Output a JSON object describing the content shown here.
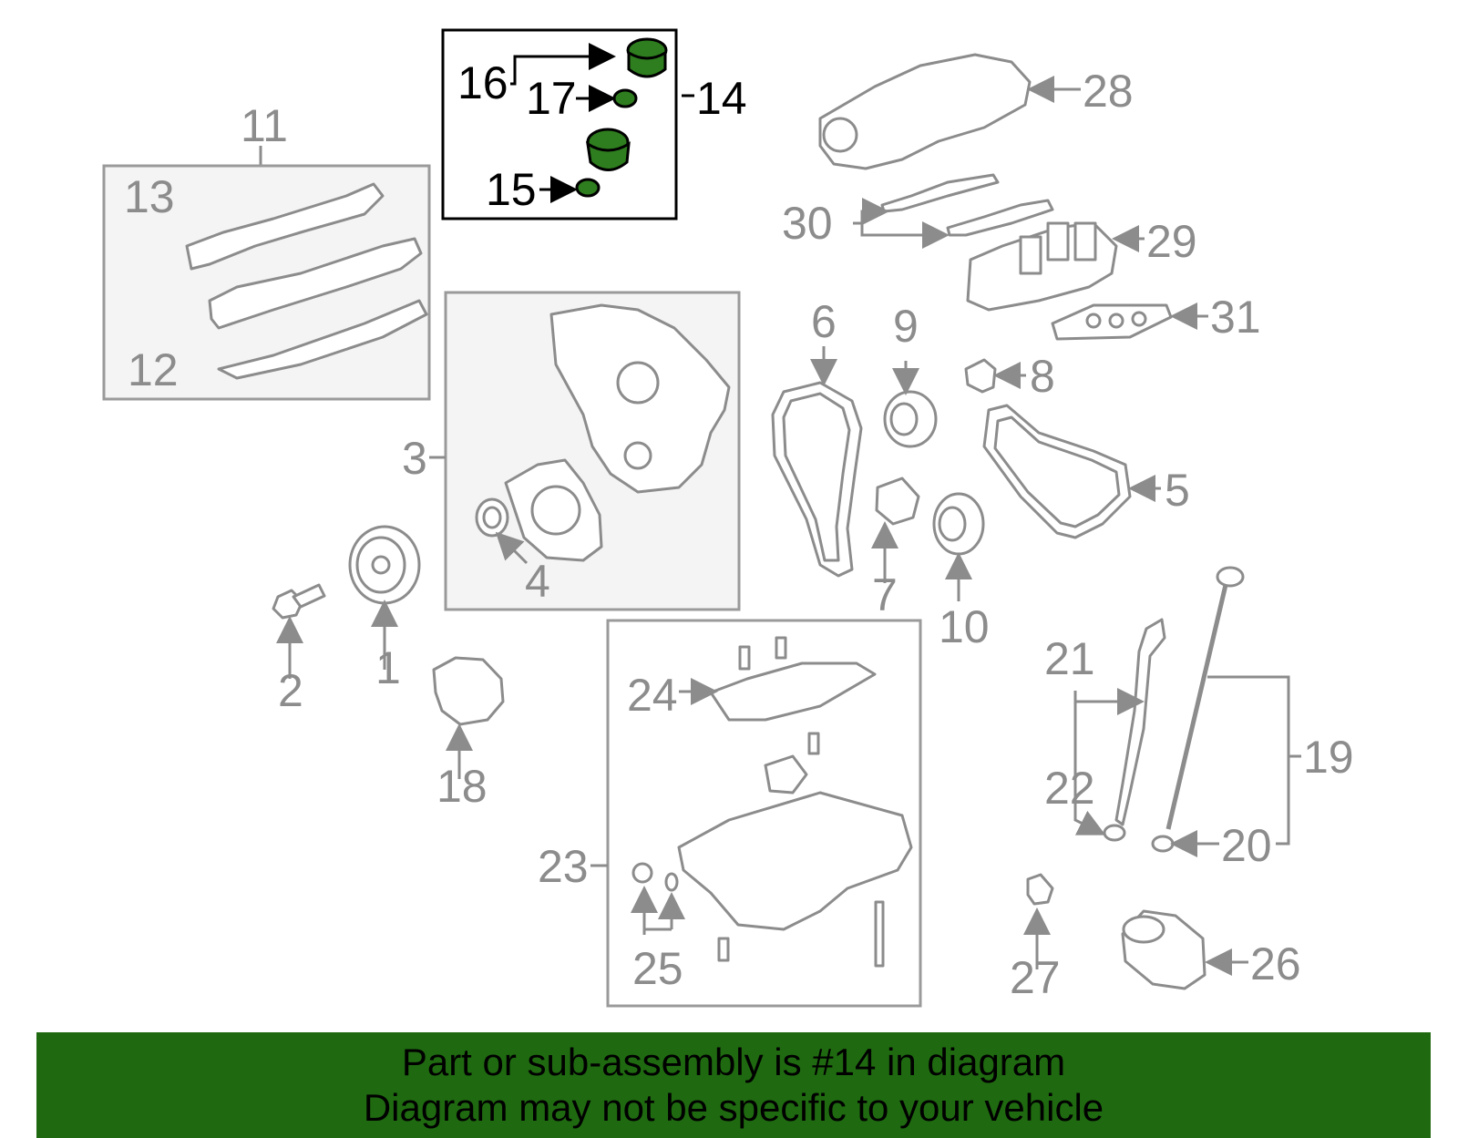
{
  "diagram": {
    "callouts": {
      "c1": "1",
      "c2": "2",
      "c3": "3",
      "c4": "4",
      "c5": "5",
      "c6": "6",
      "c7": "7",
      "c8": "8",
      "c9": "9",
      "c10": "10",
      "c11": "11",
      "c12": "12",
      "c13": "13",
      "c14": "14",
      "c15": "15",
      "c16": "16",
      "c17": "17",
      "c18": "18",
      "c19": "19",
      "c20": "20",
      "c21": "21",
      "c22": "22",
      "c23": "23",
      "c24": "24",
      "c25": "25",
      "c26": "26",
      "c27": "27",
      "c28": "28",
      "c29": "29",
      "c30": "30",
      "c31": "31"
    },
    "highlighted_part": "14"
  },
  "banner": {
    "line1": "Part or sub-assembly is #14 in diagram",
    "line2": "Diagram may not be specific to your vehicle",
    "background_color": "#1f6a10"
  },
  "colors": {
    "part_outline": "#8c8c8c",
    "highlight_fill": "#2e7d1e",
    "highlight_outline": "#000000"
  }
}
